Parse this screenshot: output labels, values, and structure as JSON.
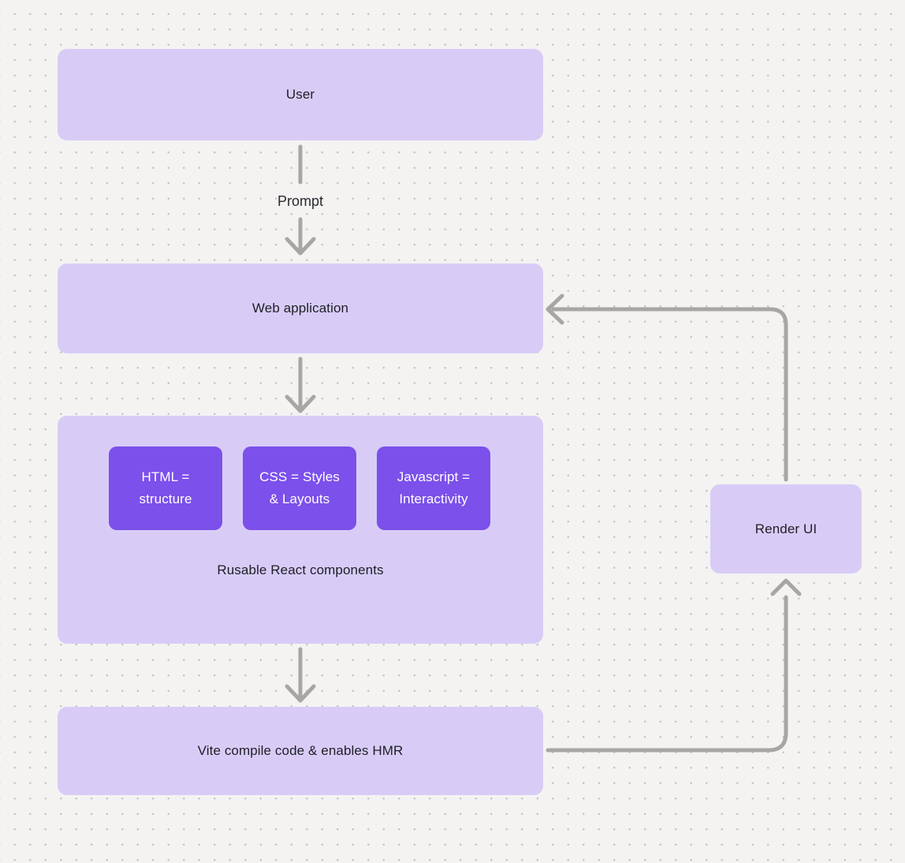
{
  "colors": {
    "background": "#f4f3f2",
    "dot": "#c7c5c3",
    "node_light": "#d8ccf7",
    "node_dark": "#7c50ea",
    "arrow": "#a7a6a5",
    "text_dark": "#1f1f26",
    "text_light": "#ffffff"
  },
  "nodes": {
    "user": {
      "label": "User"
    },
    "web_application": {
      "label": "Web application"
    },
    "components": {
      "caption": "Rusable React components",
      "items": [
        {
          "label": "HTML = structure",
          "lines": [
            "HTML =",
            "structure"
          ]
        },
        {
          "label": "CSS = Styles & Layouts",
          "lines": [
            "CSS = Styles",
            "& Layouts"
          ]
        },
        {
          "label": "Javascript = Interactivity",
          "lines": [
            "Javascript =",
            "Interactivity"
          ]
        }
      ]
    },
    "vite": {
      "label": "Vite compile code & enables HMR"
    },
    "render_ui": {
      "label": "Render UI"
    }
  },
  "edges": {
    "prompt_label": "Prompt"
  }
}
